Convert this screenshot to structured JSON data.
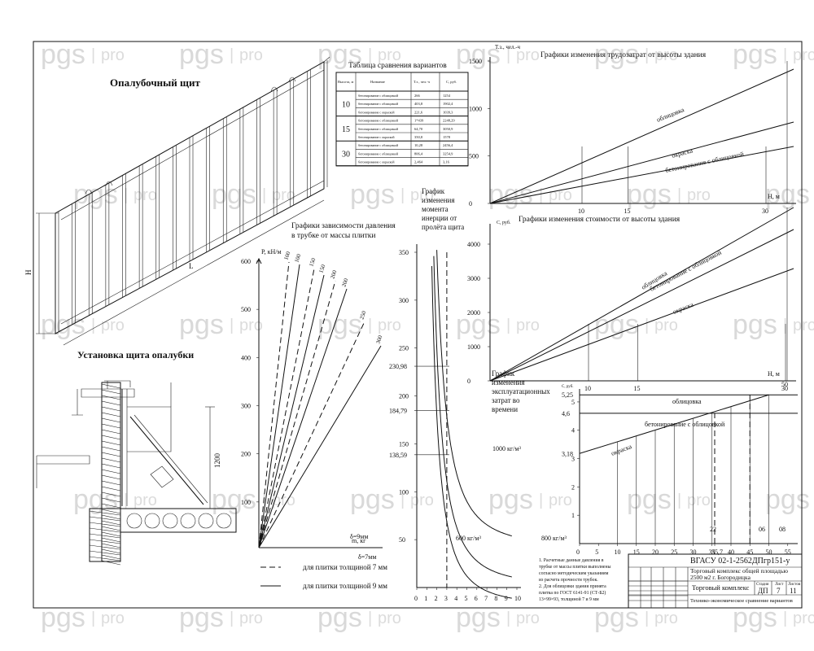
{
  "watermark": {
    "brand": "pgs",
    "suffix": "pro"
  },
  "formwork": {
    "title": "Опалубочный щит",
    "dim_h": "H",
    "dim_l": "L"
  },
  "install": {
    "title": "Установка щита опалубки",
    "dim": "1200"
  },
  "variants_table": {
    "title": "Таблица сравнения вариантов",
    "headers": [
      "Высота, м",
      "Название",
      "Т.з., чел.-ч",
      "С, руб."
    ],
    "groups": [
      {
        "height": "10",
        "rows": [
          {
            "name": "бетонирование с облицовкой",
            "tz": "266",
            "cost": "1254"
          },
          {
            "name": "бетонирование с облицовкой",
            "tz": "403,8",
            "cost": "1902,4"
          },
          {
            "name": "бетонирование с окраской",
            "tz": "221,6",
            "cost": "1039,3"
          }
        ]
      },
      {
        "height": "15",
        "rows": [
          {
            "name": "бетонирование с облицовкой",
            "tz": "1*439",
            "cost": "2248,29"
          },
          {
            "name": "бетонирование с облицовкой",
            "tz": "64,70",
            "cost": "3050,9"
          },
          {
            "name": "бетонирование с окраской",
            "tz": "350,8",
            "cost": "1578"
          }
        ]
      },
      {
        "height": "30",
        "rows": [
          {
            "name": "бетонирование с облицовкой",
            "tz": "10,28",
            "cost": "2456,4"
          },
          {
            "name": "бетонирование с облицовкой",
            "tz": "806,4",
            "cost": "3254,9"
          },
          {
            "name": "бетонирование с окраской",
            "tz": "2,464",
            "cost": "3,16"
          }
        ]
      }
    ]
  },
  "pressure_chart": {
    "title_line1": "Графики зависимости давления",
    "title_line2": "в трубке от массы плитки",
    "ylabel": "P, кН/м",
    "xlabel": "m, кг",
    "yticks": [
      "100",
      "200",
      "300",
      "400",
      "500",
      "600"
    ],
    "line_labels": [
      "100",
      "100",
      "150",
      "150",
      "200",
      "200",
      "250",
      "300"
    ],
    "delta9": "δ=9мм",
    "delta7": "δ=7мм",
    "legend_dash": "для плитки толщиной 7 мм",
    "legend_solid": "для плитки толщиной 9 мм"
  },
  "moment_chart": {
    "title": [
      "График",
      "изменения",
      "момента",
      "инерции от",
      "пролёта щита"
    ],
    "yticks": [
      "50",
      "100",
      "150",
      "200",
      "250",
      "300",
      "350"
    ],
    "marks": [
      "230,98",
      "184,79",
      "138,59"
    ],
    "xticks": [
      "0",
      "1",
      "2",
      "3",
      "4",
      "5",
      "6",
      "7",
      "8",
      "9",
      "10"
    ],
    "curve_labels": [
      "1000 кг/м³",
      "800 кг/м³",
      "600 кг/м³"
    ]
  },
  "labor_chart": {
    "title": "Графики изменения трудозатрат от высоты здания",
    "ylabel": "Т.з., чел.-ч",
    "xlabel": "H, м",
    "yticks": [
      "0",
      "500",
      "1000",
      "1500"
    ],
    "xticks": [
      "10",
      "15",
      "30"
    ],
    "series_labels": [
      "облицовка",
      "окраска",
      "бетонирование с облицовкой"
    ]
  },
  "cost_chart": {
    "title": "Графики изменения стоимости от высоты здания",
    "ylabel": "С, руб.",
    "xlabel": "H, м",
    "yticks": [
      "0",
      "1000",
      "2000",
      "3000",
      "4000"
    ],
    "xticks": [
      "10",
      "15",
      "30"
    ],
    "series_labels": [
      "облицовка",
      "бетонирование с облицовкой",
      "окраска"
    ]
  },
  "expl_chart": {
    "title": [
      "График",
      "изменения",
      "эксплуатационных",
      "затрат во",
      "времени"
    ],
    "ylabel": "С, руб.",
    "yticks": [
      "1",
      "2",
      "3",
      "4",
      "5"
    ],
    "ymarks": [
      "5,25",
      "4,6",
      "3,18"
    ],
    "xticks": [
      "0",
      "5",
      "10",
      "15",
      "20",
      "25",
      "30",
      "35",
      "35,7",
      "40",
      "45",
      "50",
      "55"
    ],
    "series_labels": [
      "облицовка",
      "бетонирование с облицовкой",
      "окраска"
    ],
    "top_tick": "50",
    "year_marks": [
      "22",
      "06",
      "08"
    ]
  },
  "notes": [
    "1. Расчетные данные давления в",
    "трубке от массы плитки выполнены",
    "согласно методическим указаниям",
    "из расчета прочности трубок.",
    "2. Для облицовки здания принята",
    "плитка по ГОСТ 6141-91 (СТ-Б2)",
    "13×99×93, толщиной 7 и 9 мм"
  ],
  "title_block": {
    "code": "ВГАСУ 02-1-2562ДПгр151-у",
    "project_line1": "Торговый комплекс общей площадью",
    "project_line2": "2500 м2   г. Богородицка",
    "object": "Торговый комплекс",
    "sheet_caption": "Технико-экономическое сравнение вариантов",
    "stage_h": "Стадия",
    "sheet_h": "Лист",
    "sheets_h": "Листов",
    "stage": "ДП",
    "sheet": "7",
    "sheets": "11"
  }
}
